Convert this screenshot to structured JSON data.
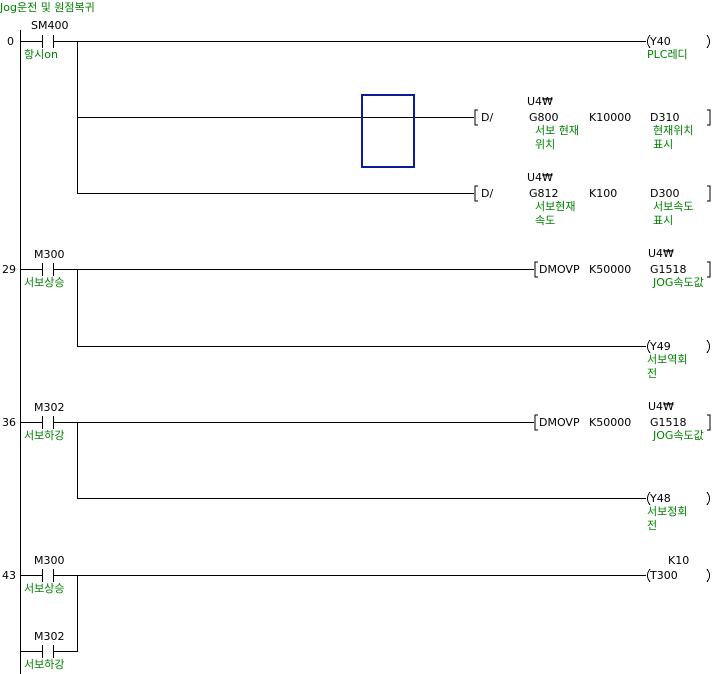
{
  "title": "Jog운전 및 원점복귀",
  "steps": [
    "0",
    "29",
    "36",
    "43"
  ],
  "r0": {
    "contact": "SM400",
    "contact_comment": "항시on",
    "coil": "Y40",
    "coil_comment": "PLC레디",
    "inst1": {
      "op": "D/",
      "s1_head": "U4₩",
      "s1": "G800",
      "s1_comment_1": "서보 현재",
      "s1_comment_2": "위치",
      "s2": "K10000",
      "d": "D310",
      "d_comment_1": "현재위치",
      "d_comment_2": "표시"
    },
    "inst2": {
      "op": "D/",
      "s1_head": "U4₩",
      "s1": "G812",
      "s1_comment_1": "서보현재",
      "s1_comment_2": "속도",
      "s2": "K100",
      "d": "D300",
      "d_comment_1": "서보속도",
      "d_comment_2": "표시"
    }
  },
  "r29": {
    "contact": "M300",
    "contact_comment": "서보상승",
    "inst": {
      "op": "DMOVP",
      "s": "K50000",
      "d_head": "U4₩",
      "d": "G1518",
      "d_comment": "JOG속도값"
    },
    "coil": "Y49",
    "coil_comment_1": "서보역회",
    "coil_comment_2": "전"
  },
  "r36": {
    "contact": "M302",
    "contact_comment": "서보하강",
    "inst": {
      "op": "DMOVP",
      "s": "K50000",
      "d_head": "U4₩",
      "d": "G1518",
      "d_comment": "JOG속도값"
    },
    "coil": "Y48",
    "coil_comment_1": "서보정회",
    "coil_comment_2": "전"
  },
  "r43": {
    "contact1": "M300",
    "contact1_comment": "서보상승",
    "contact2": "M302",
    "contact2_comment": "서보하강",
    "coil_setting": "K10",
    "coil": "T300"
  }
}
